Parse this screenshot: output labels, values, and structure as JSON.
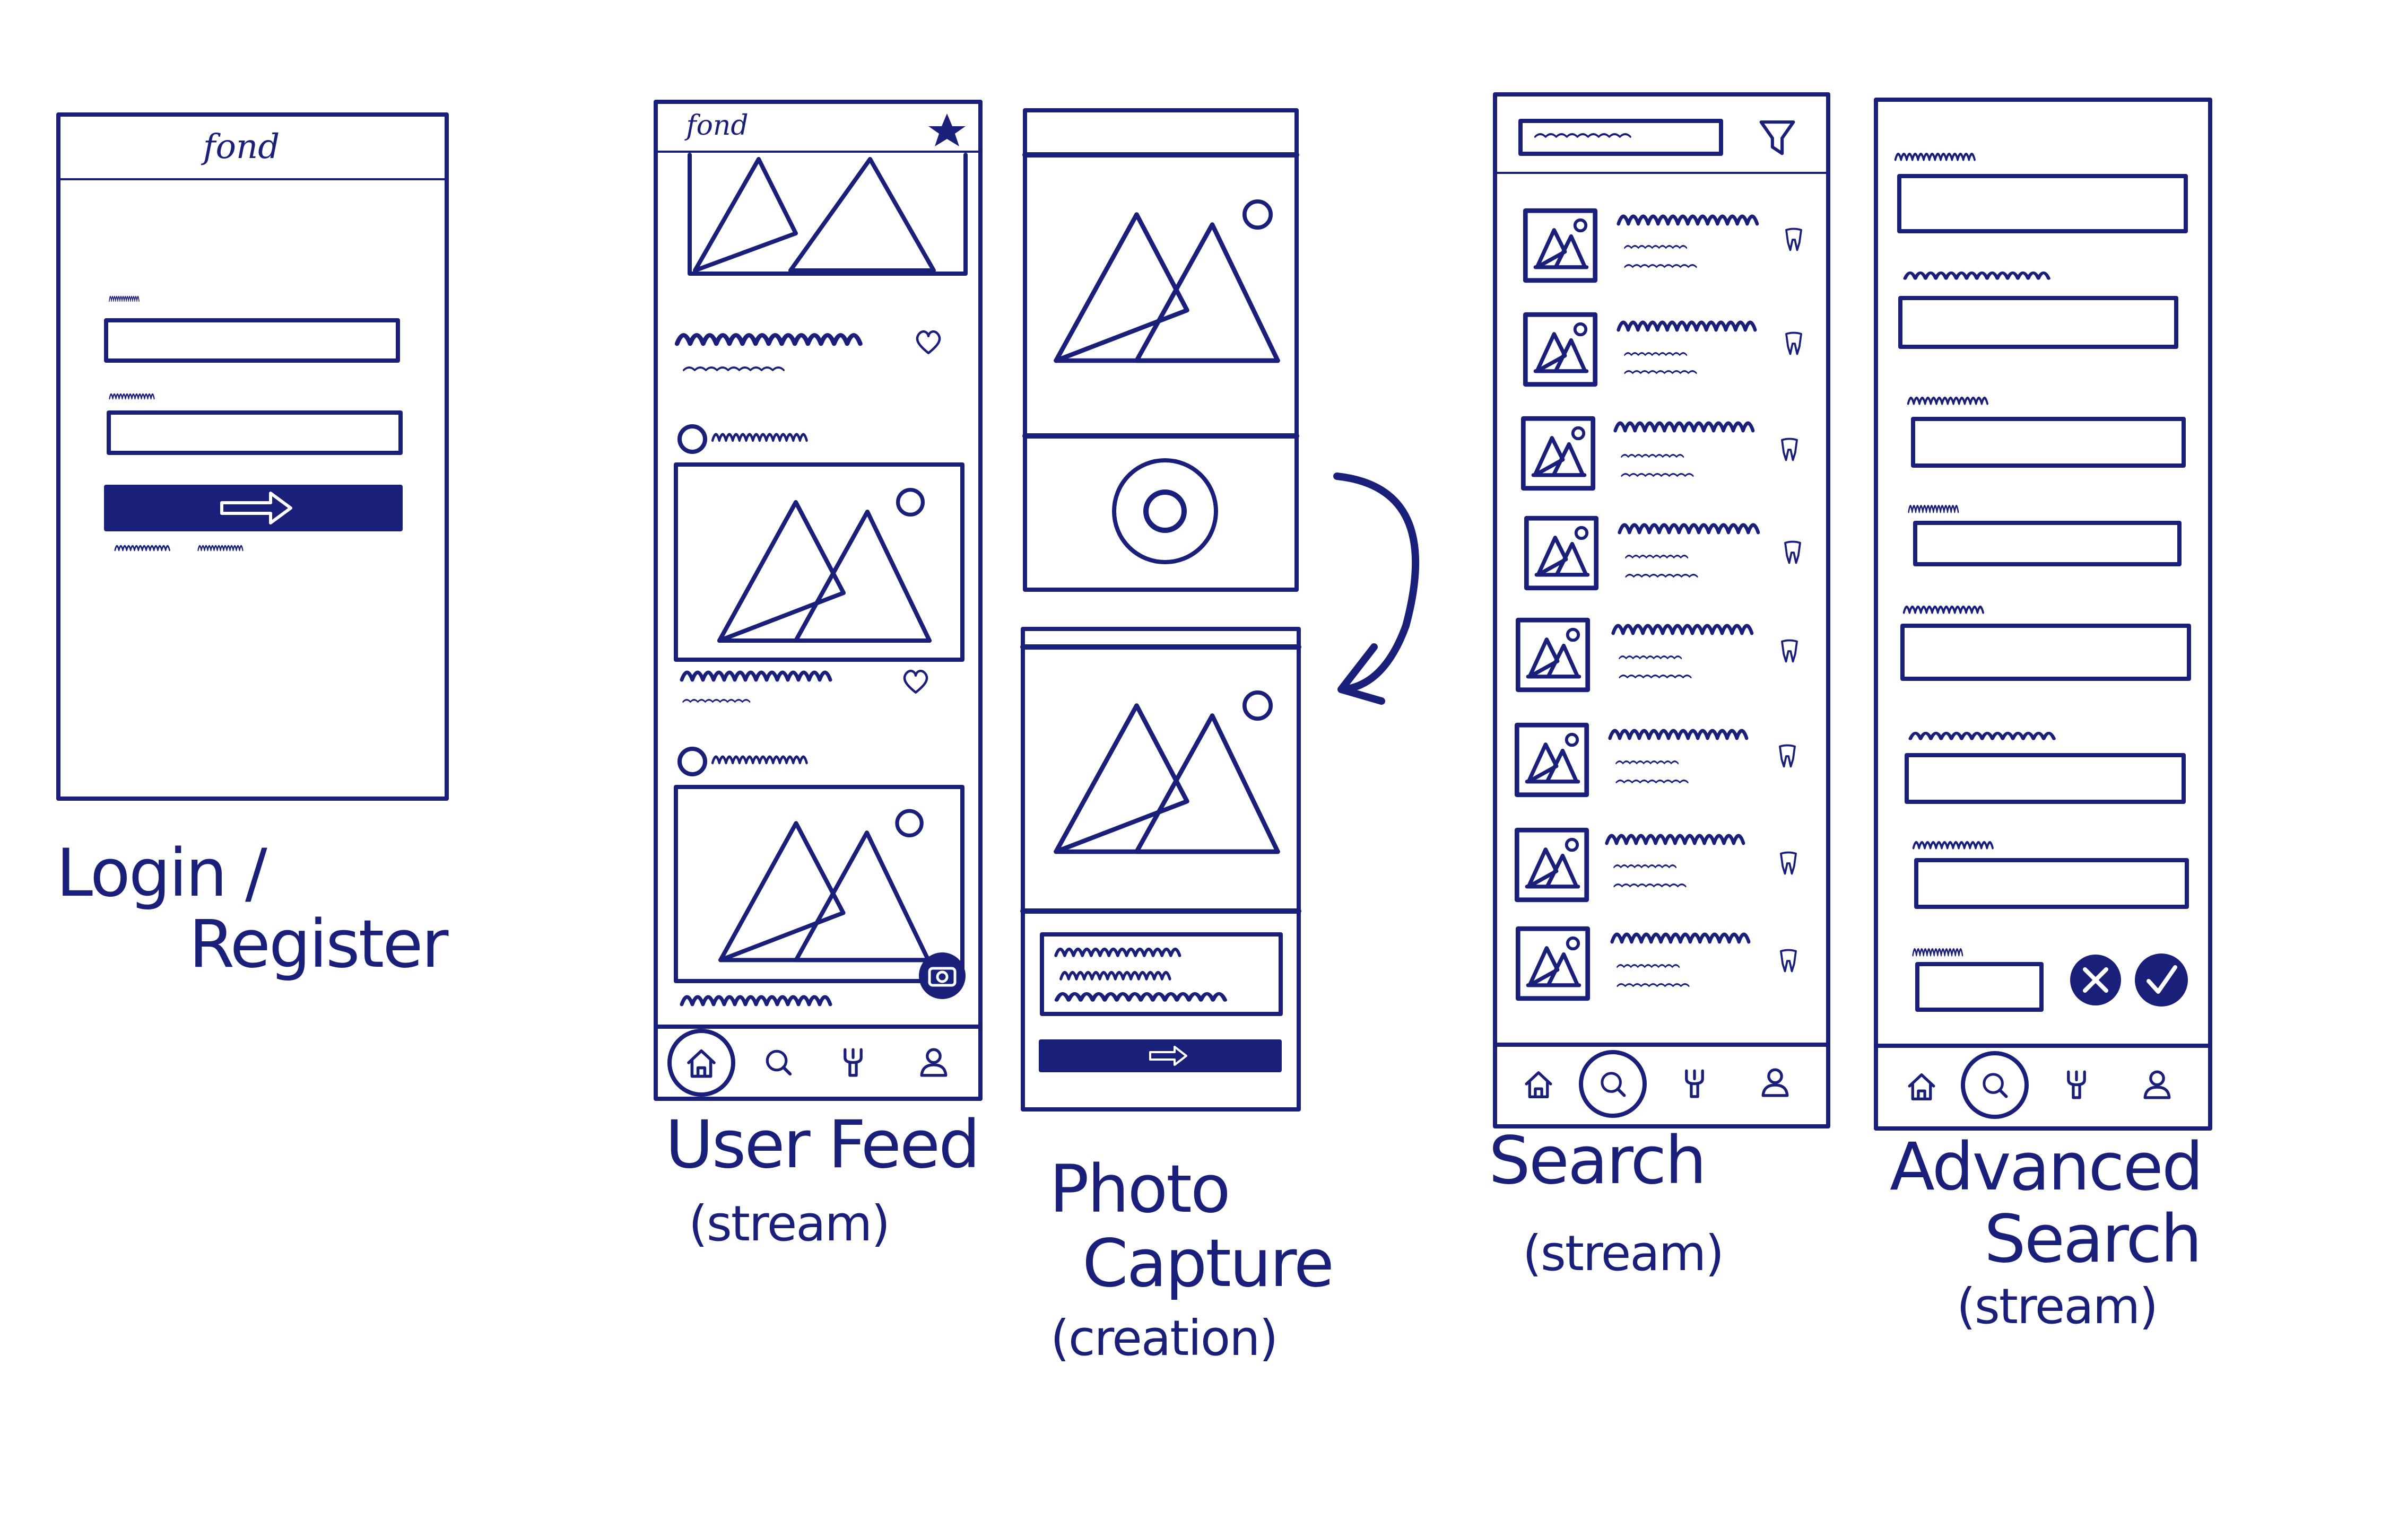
{
  "brand": "fond",
  "ink_color": "#1a1f7a",
  "screens": {
    "login": {
      "caption_line1": "Login /",
      "caption_line2": "Register"
    },
    "feed": {
      "caption": "User Feed",
      "subcaption": "(stream)"
    },
    "photo": {
      "caption_line1": "Photo",
      "caption_line2": "Capture",
      "subcaption": "(creation)"
    },
    "search": {
      "caption": "Search",
      "subcaption": "(stream)"
    },
    "advanced": {
      "caption_line1": "Advanced",
      "caption_line2": "Search",
      "subcaption": "(stream)"
    }
  },
  "icons": {
    "nav": [
      "home-icon",
      "search-icon",
      "chef-icon",
      "profile-icon"
    ],
    "feed": [
      "star-icon",
      "heart-icon",
      "camera-icon"
    ],
    "search": [
      "filter-icon",
      "tooth-icon"
    ],
    "advanced": [
      "cancel-icon",
      "confirm-icon"
    ]
  }
}
